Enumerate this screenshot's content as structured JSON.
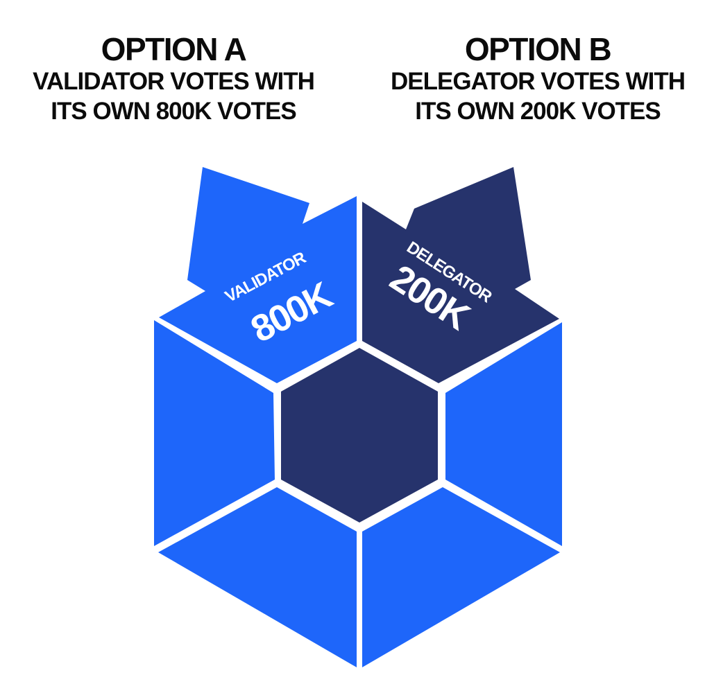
{
  "option_a": {
    "title": "OPTION A",
    "line1": "VALIDATOR VOTES WITH",
    "line2": "ITS OWN 800K VOTES"
  },
  "option_b": {
    "title": "OPTION B",
    "line1": "DELEGATOR VOTES WITH",
    "line2": "ITS OWN 200K VOTES"
  },
  "validator": {
    "label": "VALIDATOR",
    "votes": "800K"
  },
  "delegator": {
    "label": "DELEGATOR",
    "votes": "200K"
  },
  "colors": {
    "bright_blue": "#1E66FA",
    "navy": "#26336C",
    "text_dark": "#0B0B0B",
    "label_white": "#FFFFFF"
  }
}
